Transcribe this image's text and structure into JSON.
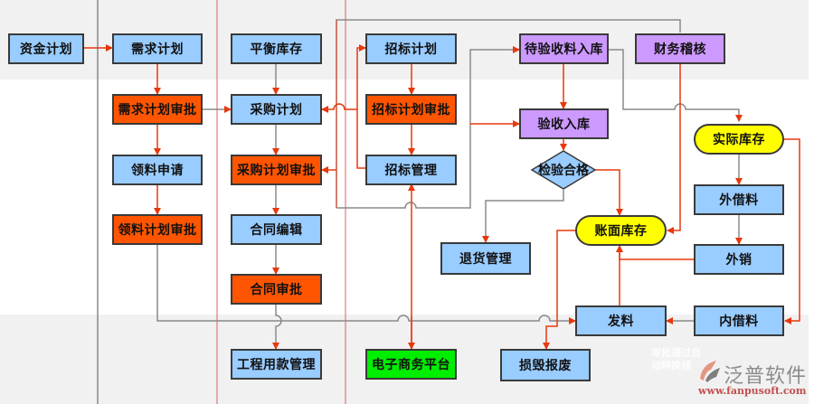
{
  "diagram": {
    "title": "",
    "nodes": {
      "fund_plan": "资金计划",
      "demand_plan": "需求计划",
      "demand_plan_approval": "需求计划审批",
      "material_request": "领料申请",
      "material_plan_approval": "领料计划审批",
      "balance_inventory": "平衡库存",
      "purchase_plan": "采购计划",
      "purchase_plan_approval": "采购计划审批",
      "contract_edit": "合同编辑",
      "contract_approval": "合同审批",
      "project_payment_mgmt": "工程用款管理",
      "tender_plan": "招标计划",
      "tender_plan_approval": "招标计划审批",
      "tender_mgmt": "招标管理",
      "ecommerce_platform": "电子商务平台",
      "pending_inspection_receipt": "待验收料入库",
      "financial_audit": "财务稽核",
      "inspection_receipt": "验收入库",
      "inspection_pass": "检验合格",
      "return_mgmt": "退货管理",
      "book_inventory": "账面库存",
      "actual_inventory": "实际库存",
      "external_borrow": "外借料",
      "external_sale": "外销",
      "issue_material": "发料",
      "internal_borrow": "内借料",
      "damage_scrap": "损毁报废"
    },
    "colors": {
      "blue_box": "#99ccff",
      "orange_box": "#ff5500",
      "purple_box": "#cc99ff",
      "green_box": "#00ee00",
      "yellow_box": "#ffff00",
      "connector_red": "#e8380d",
      "connector_gray": "#8a8a8a"
    }
  },
  "watermark": {
    "overlay_line1": "审批通过自",
    "overlay_line2": "动转换领",
    "brand_name": "泛普软件",
    "brand_url": "www.fanpusoft.com"
  }
}
